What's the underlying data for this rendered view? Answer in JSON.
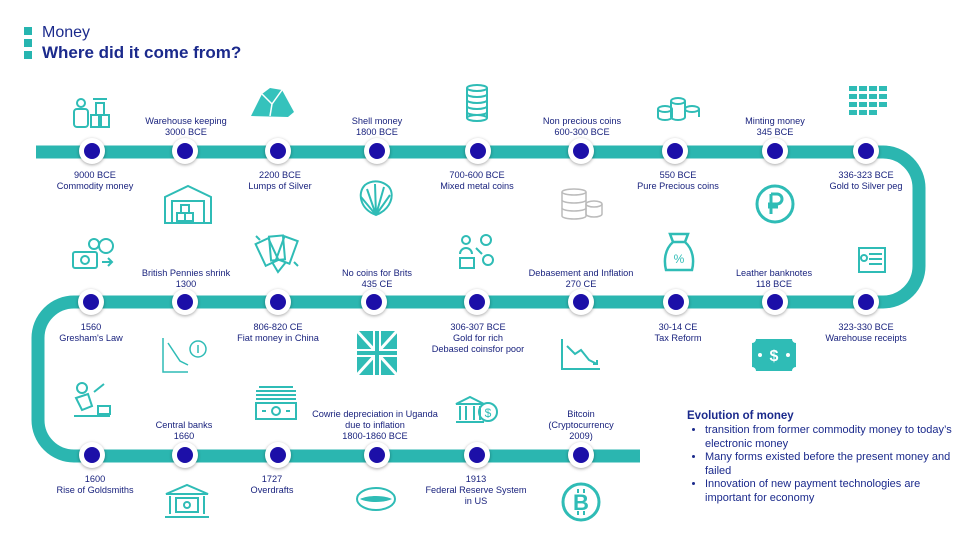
{
  "header": {
    "subtitle": "Money",
    "title": "Where did it come from?"
  },
  "colors": {
    "track": "#2bb6b0",
    "node": "#1c0fa8",
    "icon": "#2fbcb6",
    "text": "#1a237e"
  },
  "events": [
    {
      "id": "e1",
      "date": "9000 BCE",
      "desc": "Commodity money",
      "icon": "gold-bars-icon"
    },
    {
      "id": "e2",
      "date": "Warehouse keeping",
      "desc": "3000 BCE",
      "icon": "warehouse-icon"
    },
    {
      "id": "e3",
      "date": "2200 BCE",
      "desc": "Lumps of Silver",
      "icon": "silver-lump-icon"
    },
    {
      "id": "e4",
      "date": "Shell money",
      "desc": "1800 BCE",
      "icon": "shell-icon"
    },
    {
      "id": "e5",
      "date": "700-600 BCE",
      "desc": "Mixed metal coins",
      "icon": "coin-stack-icon"
    },
    {
      "id": "e6",
      "date": "Non precious coins",
      "desc": "600-300 BCE",
      "icon": "coin-stacks-icon"
    },
    {
      "id": "e7",
      "date": "550 BCE",
      "desc": "Pure Precious coins",
      "icon": "coins-icon"
    },
    {
      "id": "e8",
      "date": "Minting money",
      "desc": "345 BCE",
      "icon": "ruble-coin-icon"
    },
    {
      "id": "e9",
      "date": "336-323 BCE",
      "desc": "Gold to Silver peg",
      "icon": "gold-bars-grid-icon"
    },
    {
      "id": "e10",
      "date": "British Pennies shrink",
      "desc": "1300",
      "icon": "money-exchange-icon"
    },
    {
      "id": "e11",
      "date": "806-820 CE",
      "desc": "Fiat money in China",
      "icon": "banknotes-fan-icon"
    },
    {
      "id": "e12",
      "date": "No coins for Brits",
      "desc": "435 CE",
      "icon": "union-jack-icon"
    },
    {
      "id": "e13",
      "date": "306-307 BCE",
      "desc": "Gold for rich\nDebased coinsfor poor",
      "icon": "money-people-icon"
    },
    {
      "id": "e14",
      "date": "Debasement and Inflation",
      "desc": "270 CE",
      "icon": "declining-chart-icon"
    },
    {
      "id": "e15",
      "date": "30-14 CE",
      "desc": "Tax Reform",
      "icon": "tax-bag-icon"
    },
    {
      "id": "e16",
      "date": "Leather banknotes",
      "desc": "118 BCE",
      "icon": "dollar-note-icon"
    },
    {
      "id": "e17",
      "date": "323-330 BCE",
      "desc": "Warehouse receipts",
      "icon": "receipt-icon"
    },
    {
      "id": "e18",
      "date": "1560",
      "desc": "Gresham's Law",
      "icon": "falling-value-icon"
    },
    {
      "id": "e19",
      "date": "1600",
      "desc": "Rise of Goldsmiths",
      "icon": "goldsmith-icon"
    },
    {
      "id": "e20",
      "date": "Central banks",
      "desc": "1660",
      "icon": "central-bank-icon"
    },
    {
      "id": "e21",
      "date": "1727",
      "desc": "Overdrafts",
      "icon": "banknote-stack-icon"
    },
    {
      "id": "e22",
      "date": "Cowrie depreciation in Uganda\ndue to inflation",
      "desc": "1800-1860 BCE",
      "icon": "cowrie-icon"
    },
    {
      "id": "e23",
      "date": "1913",
      "desc": "Federal Reserve System\nin US",
      "icon": "bank-dollar-icon"
    },
    {
      "id": "e24",
      "date": "Bitcoin\n(Cryptocurrency",
      "desc": "2009)",
      "icon": "bitcoin-icon"
    }
  ],
  "evolution": {
    "title": "Evolution of money",
    "points": [
      "transition from former commodity money to today’s electronic money",
      "Many forms existed before the present money and failed",
      "Innovation of new payment technologies are important for economy"
    ]
  }
}
